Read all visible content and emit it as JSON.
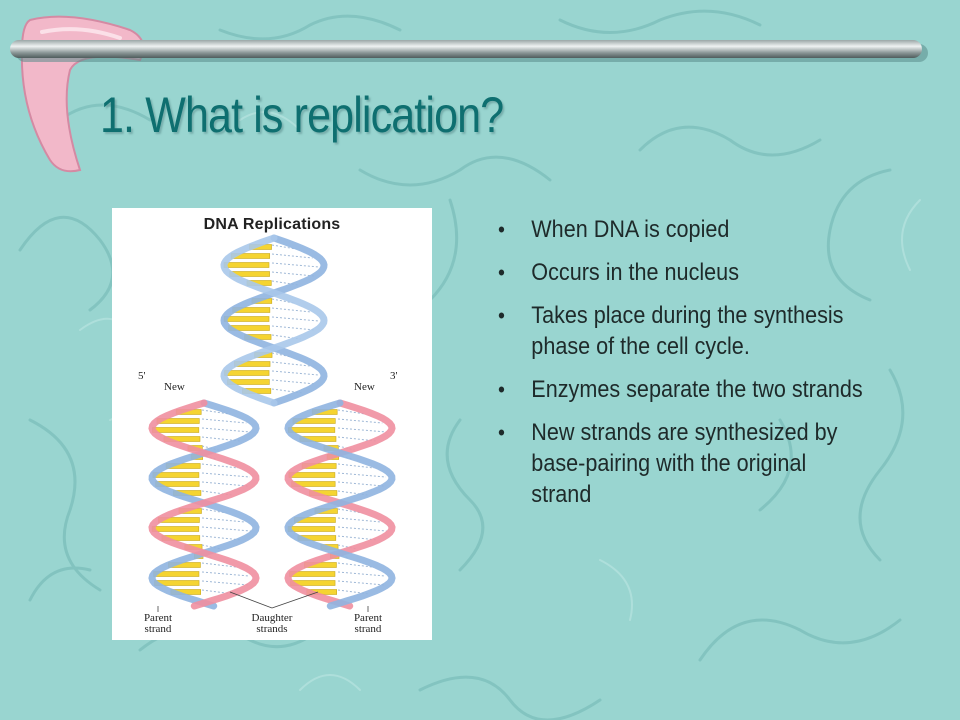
{
  "slide": {
    "title": "1. What is replication?",
    "background_color": "#99d5d0",
    "title_color": "#0e6f70",
    "accent_pink": "#f2b8c9"
  },
  "figure": {
    "title": "DNA Replications",
    "label_5prime": "5'",
    "label_new_left": "New",
    "label_3prime": "3'",
    "label_new_right": "New",
    "label_parent_left": "Parent strand",
    "label_daughter": "Daughter strands",
    "label_parent_right": "Parent strand"
  },
  "bullets": [
    "When DNA is copied",
    "Occurs in the nucleus",
    "Takes place during the synthesis phase of the cell cycle.",
    "Enzymes separate the two strands",
    "New strands are synthesized by base-pairing with the original strand"
  ],
  "bullet_glyph": "•"
}
